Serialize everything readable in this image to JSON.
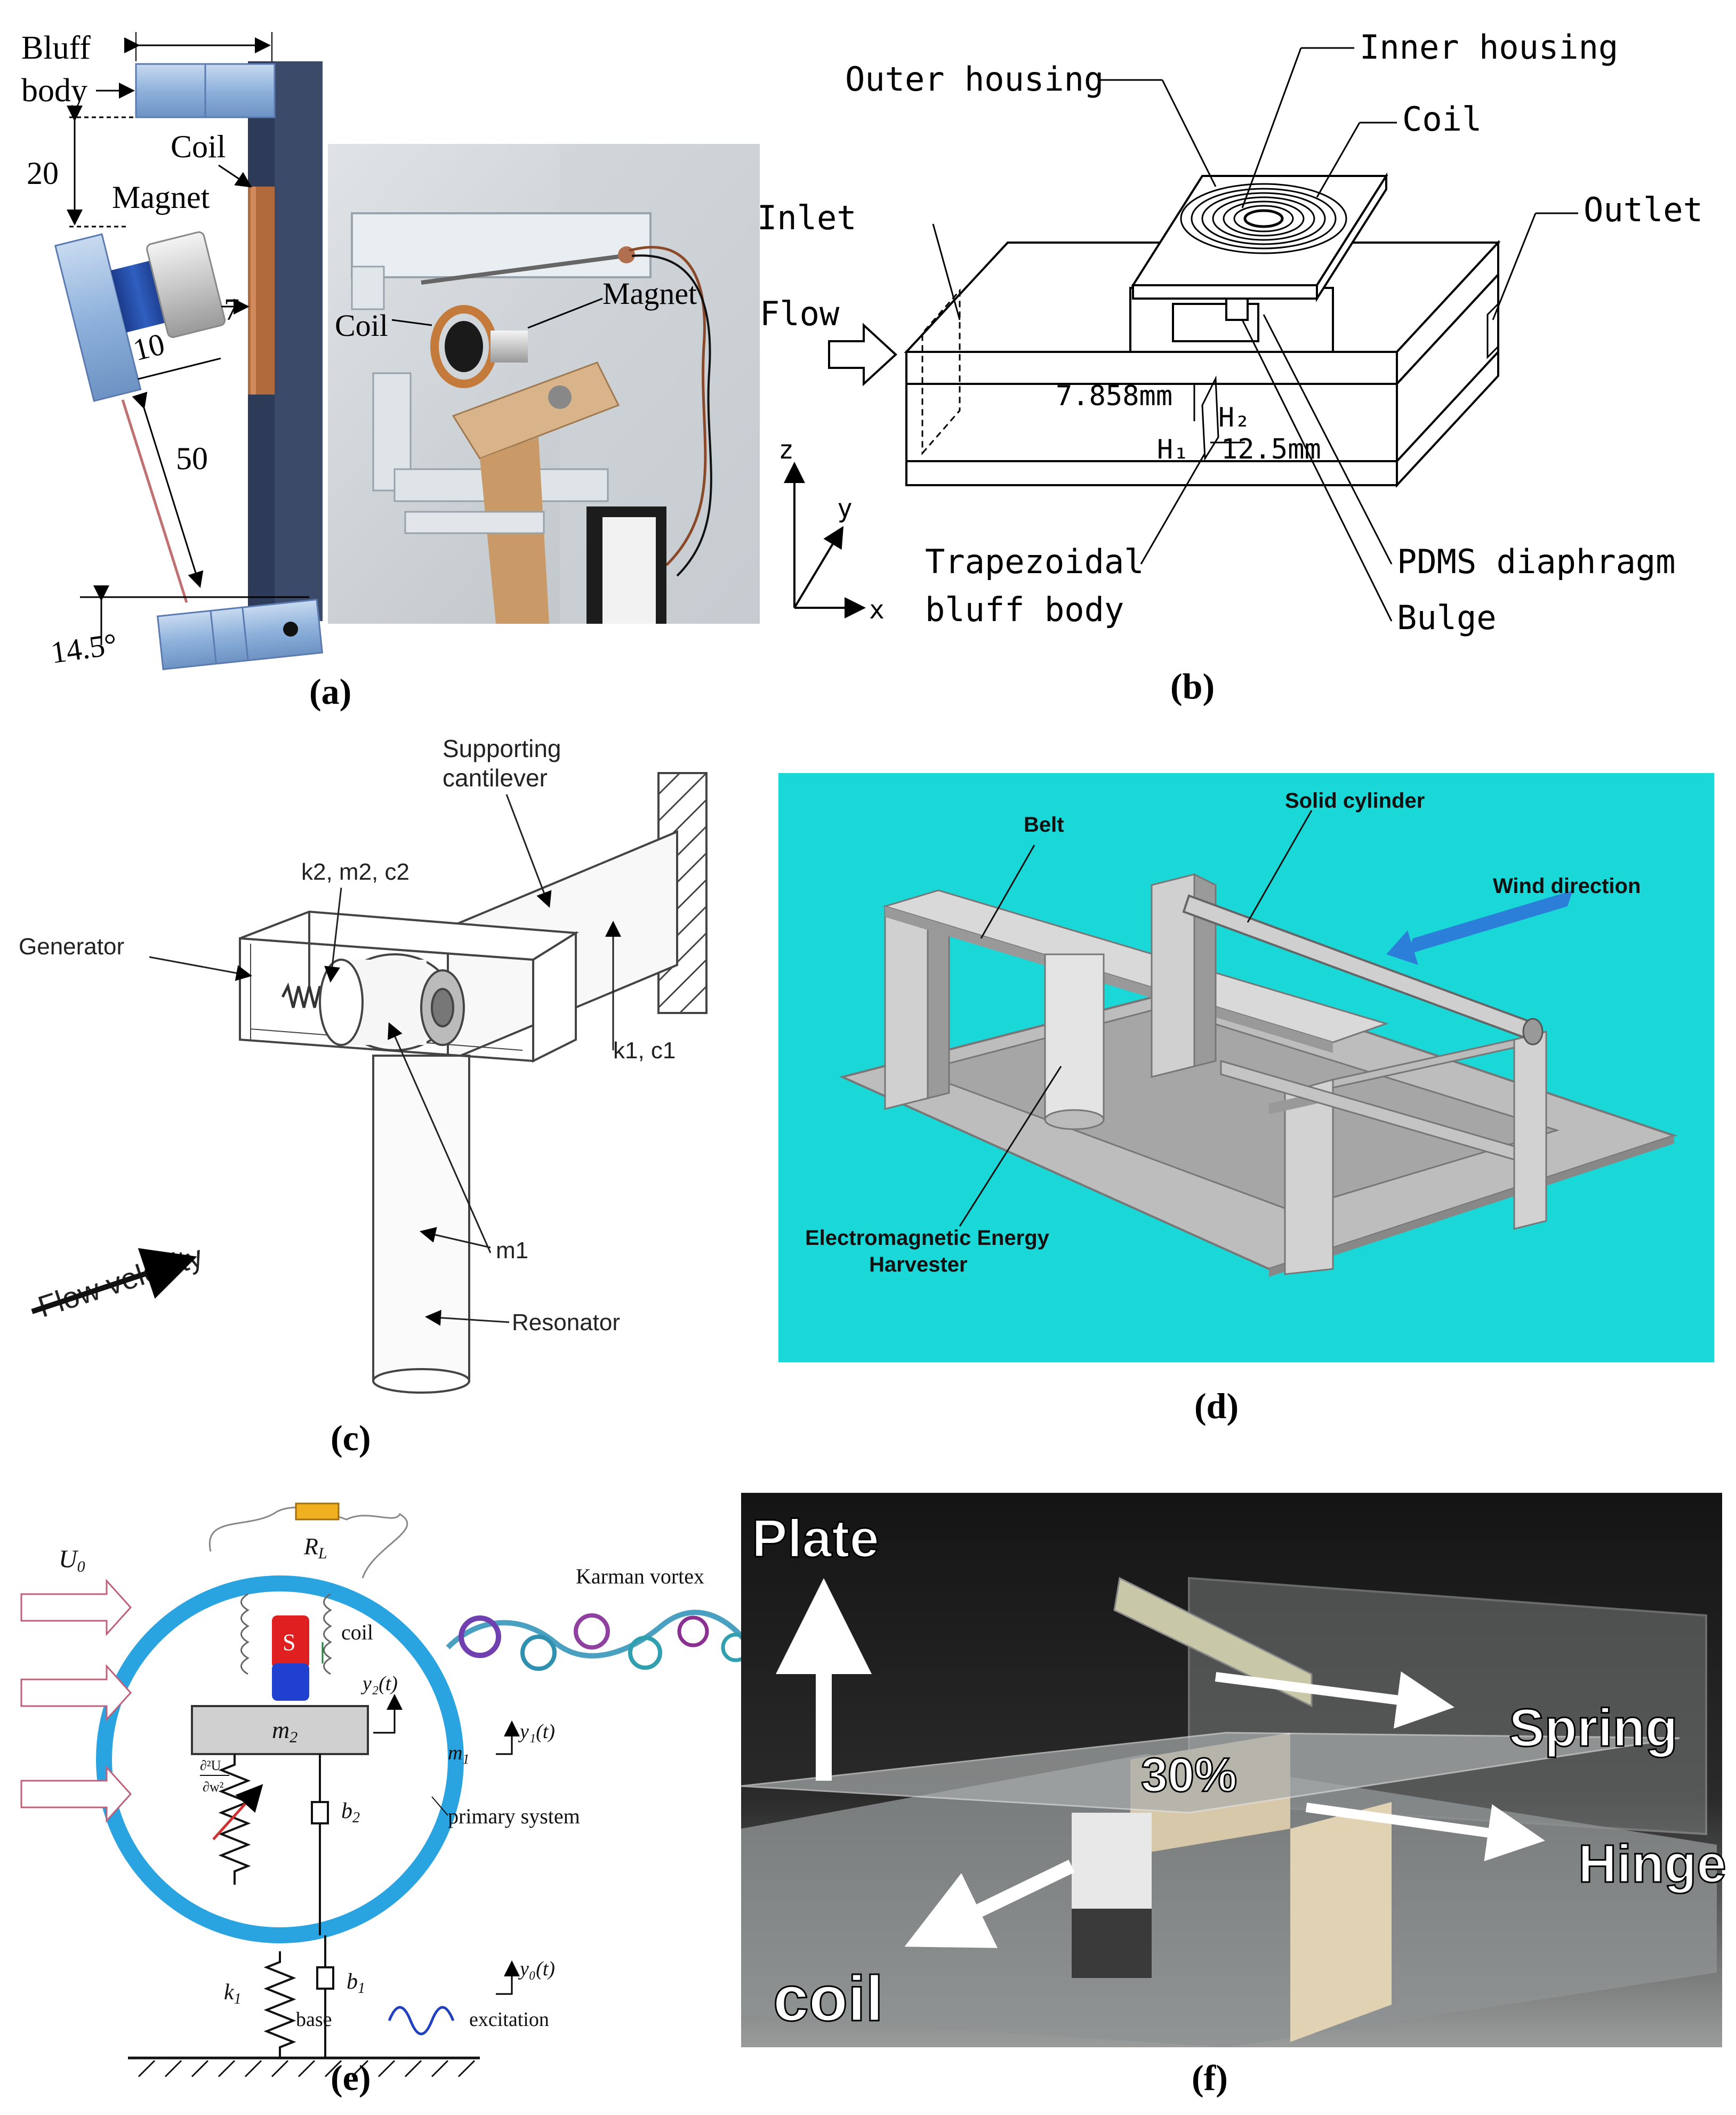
{
  "panels": {
    "a": {
      "caption": "(a)",
      "labels": {
        "bluff_body_1": "Bluff",
        "bluff_body_2": "body",
        "coil": "Coil",
        "magnet": "Magnet",
        "dim_20": "20",
        "dim_7": "7",
        "dim_10": "10",
        "dim_50": "50",
        "angle": "14.5°",
        "photo_coil": "Coil",
        "photo_magnet": "Magnet"
      }
    },
    "b": {
      "caption": "(b)",
      "labels": {
        "inner_housing": "Inner housing",
        "outer_housing": "Outer housing",
        "coil": "Coil",
        "inlet": "Inlet",
        "outlet": "Outlet",
        "flow": "Flow",
        "dim_7858": "7.858mm",
        "h2": "H₂",
        "h1": "H₁",
        "dim_125": "12.5mm",
        "trapezoidal_1": "Trapezoidal",
        "trapezoidal_2": "bluff body",
        "pdms": "PDMS diaphragm",
        "bulge": "Bulge",
        "axis_z": "z",
        "axis_y": "y",
        "axis_x": "x"
      }
    },
    "c": {
      "caption": "(c)",
      "labels": {
        "supporting_1": "Supporting",
        "supporting_2": "cantilever",
        "k2m2c2": "k2, m2, c2",
        "generator": "Generator",
        "k1c1": "k1, c1",
        "m1": "m1",
        "resonator": "Resonator",
        "flow_velocity": "Flow velocity"
      }
    },
    "d": {
      "caption": "(d)",
      "labels": {
        "belt": "Belt",
        "solid_cylinder": "Solid cylinder",
        "wind_direction": "Wind direction",
        "emh_1": "Electromagnetic Energy",
        "emh_2": "Harvester"
      }
    },
    "e": {
      "caption": "(e)",
      "labels": {
        "rl": "R",
        "rl_sub": "L",
        "u0": "U",
        "u0_sub": "0",
        "karman": "Karman vortex",
        "coil": "coil",
        "s": "S",
        "y2": "y₂(t)",
        "m2": "m",
        "m2_sub": "2",
        "y1": "y₁(t)",
        "m1": "m",
        "m1_sub": "1",
        "b2": "b",
        "b2_sub": "2",
        "primary": "primary system",
        "k1": "k",
        "k1_sub": "1",
        "b1": "b",
        "b1_sub": "1",
        "y0": "y₀(t)",
        "base": "base",
        "excitation": "excitation",
        "du": "∂²U",
        "dw": "∂w²"
      }
    },
    "f": {
      "caption": "(f)",
      "labels": {
        "plate": "Plate",
        "spring": "Spring",
        "percent": "30%",
        "hinge": "Hinge",
        "coil": "coil"
      }
    }
  },
  "colors": {
    "steel_blue": "#8fb2dc",
    "coil_brown": "#b06a3c",
    "dark_plate": "#3c4a6a",
    "cyan_bg": "#1ad8d8",
    "ring_blue": "#2aa4e0",
    "magnet_red": "#e02020",
    "magnet_blue": "#2040d0",
    "resistor": "#f0b020",
    "arrow_pink": "#c06078",
    "wind_blue": "#2b7fd8"
  }
}
